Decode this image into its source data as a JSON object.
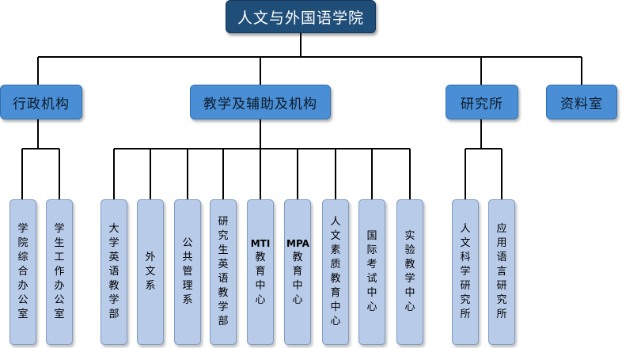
{
  "root": {
    "label": "人文与外国语学院"
  },
  "departments": [
    {
      "label": "行政机构"
    },
    {
      "label": "教学及辅助及机构"
    },
    {
      "label": "研究所"
    },
    {
      "label": "资料室"
    }
  ],
  "admin_units": [
    {
      "label": "学院综合办公室"
    },
    {
      "label": "学生工作办公室"
    }
  ],
  "teaching_units": [
    {
      "label": "大学英语教学部"
    },
    {
      "label": "外文系"
    },
    {
      "label": "公共管理系"
    },
    {
      "label": "研究生英语教学部"
    },
    {
      "label": "MTI教育中心"
    },
    {
      "label": "MPA教育中心"
    },
    {
      "label": "人文素质教育中心"
    },
    {
      "label": "国际考试中心"
    },
    {
      "label": "实验教学中心"
    }
  ],
  "research_units": [
    {
      "label": "人文科学研究所"
    },
    {
      "label": "应用语言研究所"
    }
  ]
}
